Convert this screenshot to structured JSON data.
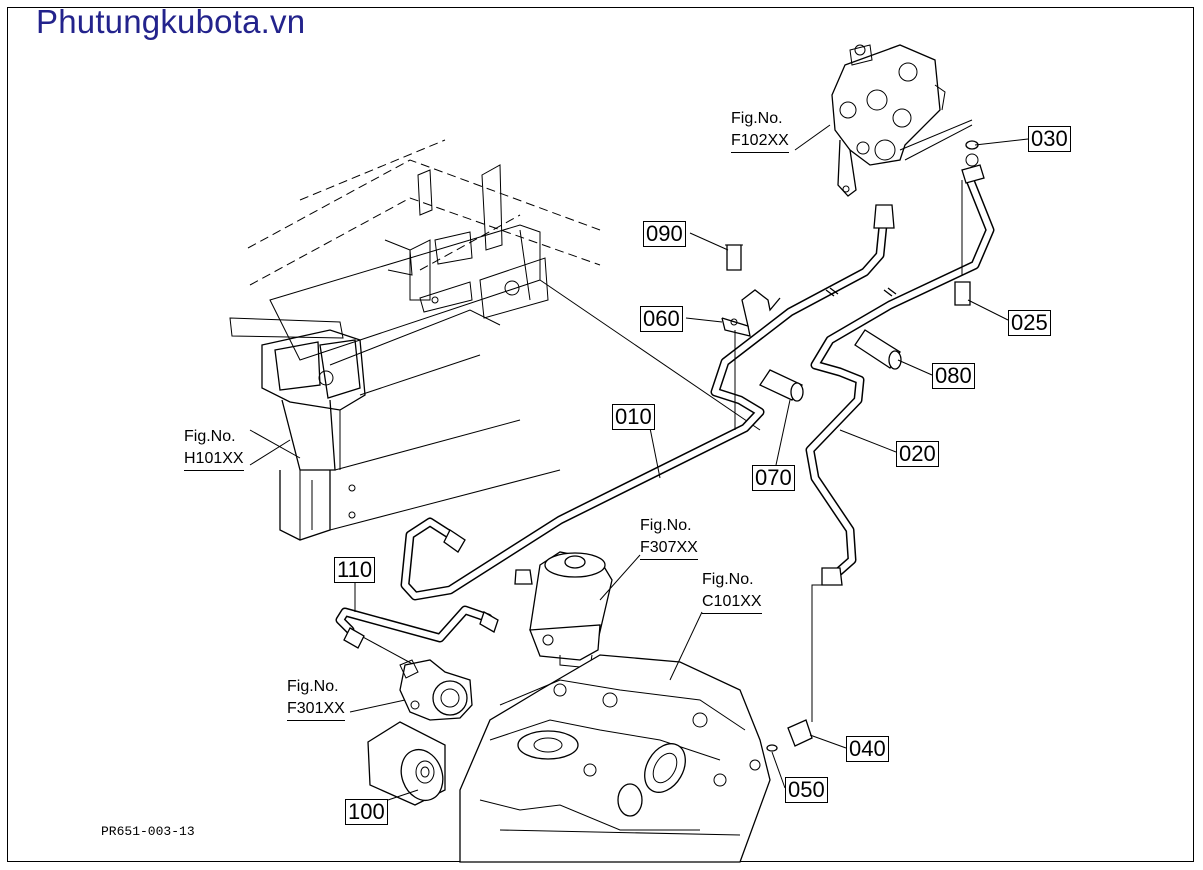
{
  "brand": "Phutungkubota.vn",
  "drawing_code": "PR651-003-13",
  "fig_label": "Fig.No.",
  "figure_refs": [
    {
      "id": "F102",
      "code": "F102XX"
    },
    {
      "id": "H101",
      "code": "H101XX"
    },
    {
      "id": "F307",
      "code": "F307XX"
    },
    {
      "id": "C101",
      "code": "C101XX"
    },
    {
      "id": "F301",
      "code": "F301XX"
    }
  ],
  "parts": [
    "030",
    "090",
    "060",
    "025",
    "080",
    "010",
    "070",
    "020",
    "110",
    "040",
    "050",
    "100"
  ]
}
